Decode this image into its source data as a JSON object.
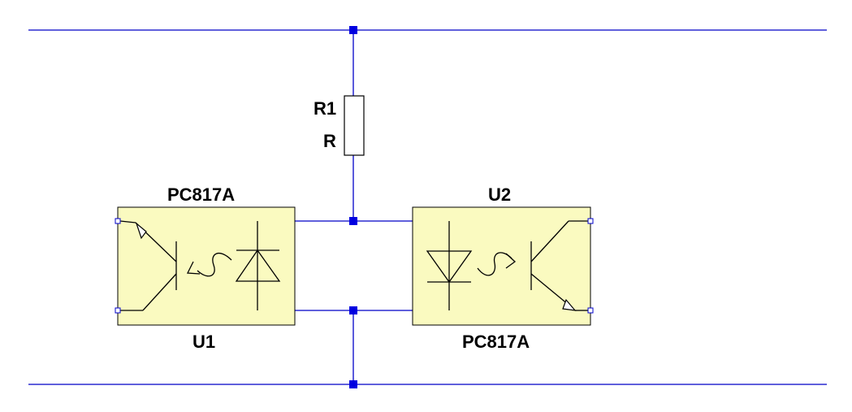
{
  "components": {
    "r1": {
      "designator": "R1",
      "value": "R"
    },
    "u1": {
      "designator": "U1",
      "part": "PC817A"
    },
    "u2": {
      "designator": "U2",
      "part": "PC817A"
    }
  },
  "colors": {
    "wire": "#0000c8",
    "node": "#0000e0",
    "package_fill": "#fafac0",
    "symbol": "#000000"
  }
}
